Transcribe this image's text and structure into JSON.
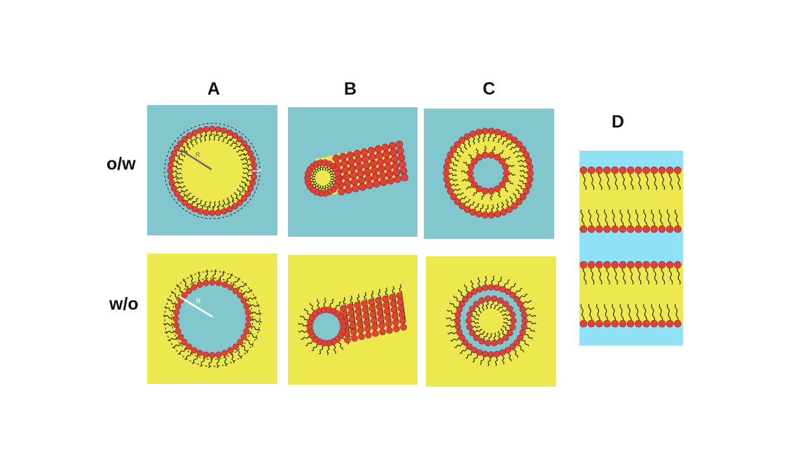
{
  "columns": {
    "a": "A",
    "b": "B",
    "c": "C",
    "d": "D"
  },
  "rows": {
    "ow": "o/w",
    "wo": "w/o"
  },
  "annotations": {
    "radius": "R",
    "thickness": "t"
  },
  "colors": {
    "water": "#82c7ce",
    "water_light": "#8fe1f5",
    "oil": "#ede84e",
    "head": "#e0413b",
    "head_edge": "#8a1d19",
    "tail": "#1a1a1a"
  }
}
